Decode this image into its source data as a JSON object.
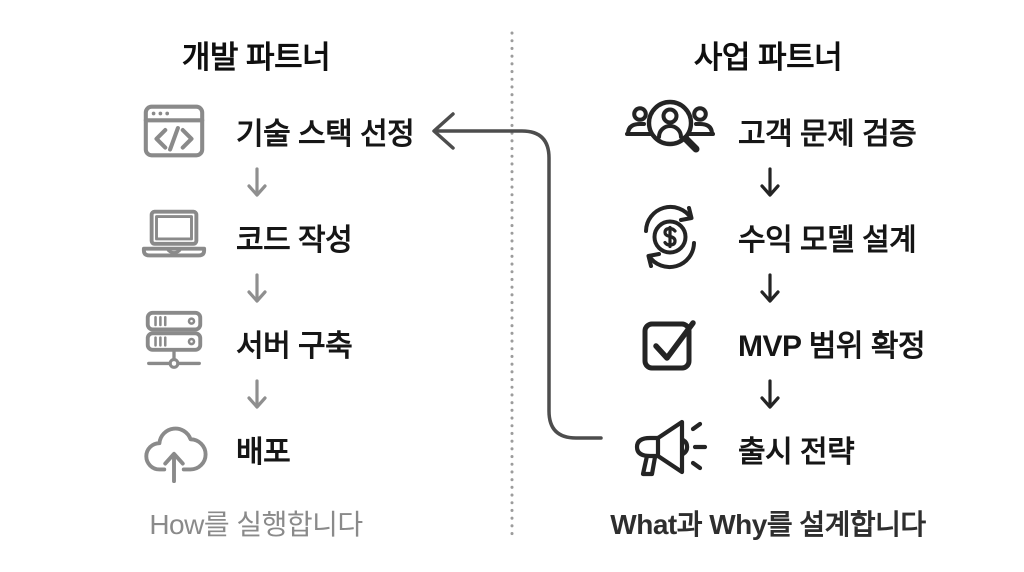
{
  "diagram": {
    "background": "#ffffff",
    "divider_color": "#9c9c9c",
    "return_arrow_color": "#4d4d4d",
    "title_color": "#0f0f0f",
    "step_text_color": "#161616",
    "left": {
      "title": "개발 파트너",
      "icon_color": "#8a8a8a",
      "arrow_color": "#8f8f8f",
      "steps": [
        {
          "icon": "code-window-icon",
          "label": "기술 스택 선정"
        },
        {
          "icon": "laptop-icon",
          "label": "코드 작성"
        },
        {
          "icon": "server-icon",
          "label": "서버 구축"
        },
        {
          "icon": "cloud-upload-icon",
          "label": "배포"
        }
      ],
      "footer": "How를 실행합니다",
      "footer_color": "#8a8a8a"
    },
    "right": {
      "title": "사업 파트너",
      "icon_color": "#242424",
      "arrow_color": "#242424",
      "steps": [
        {
          "icon": "customer-search-icon",
          "label": "고객 문제 검증"
        },
        {
          "icon": "revenue-cycle-icon",
          "label": "수익 모델 설계"
        },
        {
          "icon": "checkbox-check-icon",
          "label": "MVP 범위 확정"
        },
        {
          "icon": "megaphone-icon",
          "label": "출시 전략"
        }
      ],
      "footer": "What과 Why를 설계합니다",
      "footer_color": "#2e2e2e"
    }
  }
}
